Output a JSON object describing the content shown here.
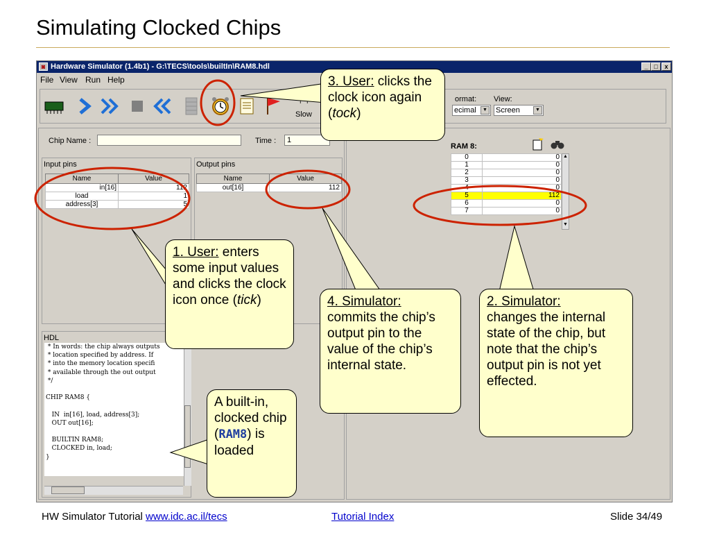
{
  "slide": {
    "title": "Simulating Clocked Chips",
    "footer_left": "HW Simulator Tutorial ",
    "footer_link": "www.idc.ac.il/tecs",
    "footer_center": "Tutorial Index",
    "footer_right": "Slide 34/49"
  },
  "window": {
    "title": "Hardware Simulator (1.4b1) - G:\\TECS\\tools\\builtIn\\RAM8.hdl",
    "controls": [
      "_",
      "□",
      "x"
    ]
  },
  "menu": [
    "File",
    "View",
    "Run",
    "Help"
  ],
  "toolbar": {
    "icons": [
      "chip-load-icon",
      "single-step-icon",
      "fast-forward-icon",
      "stop-icon",
      "rewind-icon",
      "script-icon",
      "clock-icon",
      "load-script-icon",
      "breakpoint-icon"
    ],
    "speed_label": "Slow",
    "format_label": "ormat:",
    "format_value": "ecimal",
    "view_label": "View:",
    "view_value": "Screen"
  },
  "chip_bar": {
    "chip_name_label": "Chip Name :",
    "chip_name_value": "",
    "time_label": "Time :",
    "time_value": "1"
  },
  "input_pins": {
    "title": "Input pins",
    "headers": [
      "Name",
      "Value"
    ],
    "rows": [
      {
        "name": "in[16]",
        "value": "112"
      },
      {
        "name": "load",
        "value": "1"
      },
      {
        "name": "address[3]",
        "value": "5"
      }
    ]
  },
  "output_pins": {
    "title": "Output pins",
    "headers": [
      "Name",
      "Value"
    ],
    "rows": [
      {
        "name": "out[16]",
        "value": "112"
      }
    ]
  },
  "ram": {
    "title": "RAM 8:",
    "rows": [
      {
        "addr": "0",
        "value": "0"
      },
      {
        "addr": "1",
        "value": "0"
      },
      {
        "addr": "2",
        "value": "0"
      },
      {
        "addr": "3",
        "value": "0"
      },
      {
        "addr": "4",
        "value": "0"
      },
      {
        "addr": "5",
        "value": "112"
      },
      {
        "addr": "6",
        "value": "0"
      },
      {
        "addr": "7",
        "value": "0"
      }
    ],
    "highlight_index": 5
  },
  "hdl": {
    "title": "HDL",
    "lines": [
      " * In words: the chip always outputs",
      " * location specified by address. If",
      " * into the memory location specifi",
      " * available through the out output",
      " */",
      "",
      "CHIP RAM8 {",
      "",
      "   IN  in[16], load, address[3];",
      "   OUT out[16];",
      "",
      "   BUILTIN RAM8;",
      "   CLOCKED in, load;",
      "}"
    ]
  },
  "callouts": {
    "c1": {
      "head": "1. User:",
      "body_a": " enters some input values and clicks the clock icon once (",
      "em": "tick",
      "body_b": ")"
    },
    "c2": {
      "head": "2. Simulator:",
      "body": "changes the internal state of the chip, but note that the chip’s output pin is not yet effected."
    },
    "c3": {
      "head": "3. User:",
      "body_a": " clicks the clock icon again (",
      "em": "tock",
      "body_b": ")"
    },
    "c4": {
      "head": "4. Simulator:",
      "body": "commits the chip’s output pin to the value of the chip’s internal state."
    },
    "c5": {
      "body_a": "A built-in, clocked chip (",
      "code": "RAM8",
      "body_b": ") is loaded"
    }
  },
  "colors": {
    "highlight": "#ffff00",
    "circle": "#cc2200",
    "callout_fill": "#ffffcc"
  }
}
